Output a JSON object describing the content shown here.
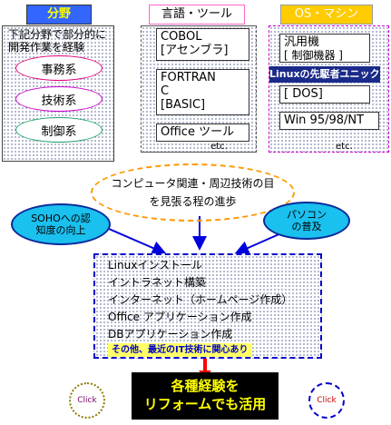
{
  "columns": {
    "field": {
      "header": "分野",
      "intro": "下記分野で部分的に開発作業を経験",
      "items": [
        "事務系",
        "技術系",
        "制御系"
      ],
      "item_colors": [
        "#e0007a",
        "#cc00cc",
        "#20a070"
      ]
    },
    "lang": {
      "header": "言語・ツール",
      "boxes": [
        [
          "COBOL",
          "[アセンブラ]"
        ],
        [
          "FORTRAN",
          "C",
          "[BASIC]"
        ],
        [
          "Office ツール"
        ]
      ],
      "etc": "etc."
    },
    "os": {
      "header": "OS・マシン",
      "boxes": [
        [
          "汎用機",
          "[ 制御機器 ]"
        ],
        [
          "[ DOS]"
        ],
        [
          "Win 95/98/NT"
        ]
      ],
      "badge": "Linuxの先駆者ユニックス",
      "etc": "etc."
    }
  },
  "influences": {
    "center": "コンピュータ関連・周辺技術の目を見張る程の進歩",
    "left": "SOHOへの認知度の向上",
    "right": "パソコンの普及"
  },
  "experience": {
    "items": [
      "Linuxインストール",
      "イントラネット構築",
      "インターネット（ホームページ作成）",
      "Office アプリケーション作成",
      "DBアプリケーション作成"
    ],
    "note": "その他、最近のIT技術に関心あり"
  },
  "result": {
    "line1": "各種経験を",
    "line2": "リフォームでも活用"
  },
  "buttons": {
    "left": "Click",
    "right": "Click"
  },
  "colors": {
    "field_header_bg": "#3366ff",
    "field_header_text": "#ffff00",
    "lang_header_border": "#ff66cc",
    "os_header_bg": "#ffcc00",
    "os_header_text": "#ffffff",
    "os_panel_border": "#cc00cc",
    "center_oval_border": "#ff9900",
    "side_oval_fill": "#1ac0ee",
    "arrow_blue": "#0000dd",
    "arrow_red": "#ff0000",
    "result_text": "#ffff00"
  }
}
